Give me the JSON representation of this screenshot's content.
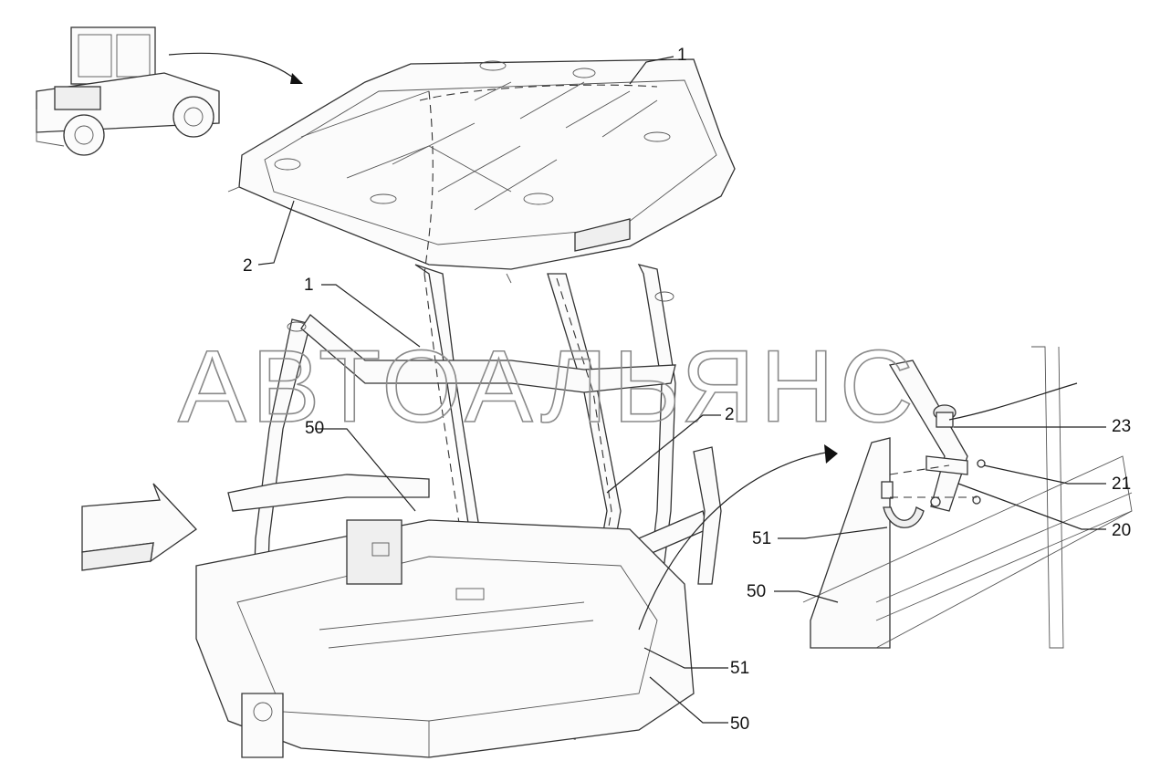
{
  "watermark": "АВТОАЛЬЯНС",
  "callouts": {
    "c1a": "1",
    "c1b": "1",
    "c2a": "2",
    "c2b": "2",
    "c50a": "50",
    "c50b": "50",
    "c50c": "50",
    "c51a": "51",
    "c51b": "51",
    "c23": "23",
    "c21": "21",
    "c20": "20"
  },
  "icons": {
    "machine": "road-roller-thumbnail-icon",
    "direction": "view-direction-arrow-icon"
  }
}
